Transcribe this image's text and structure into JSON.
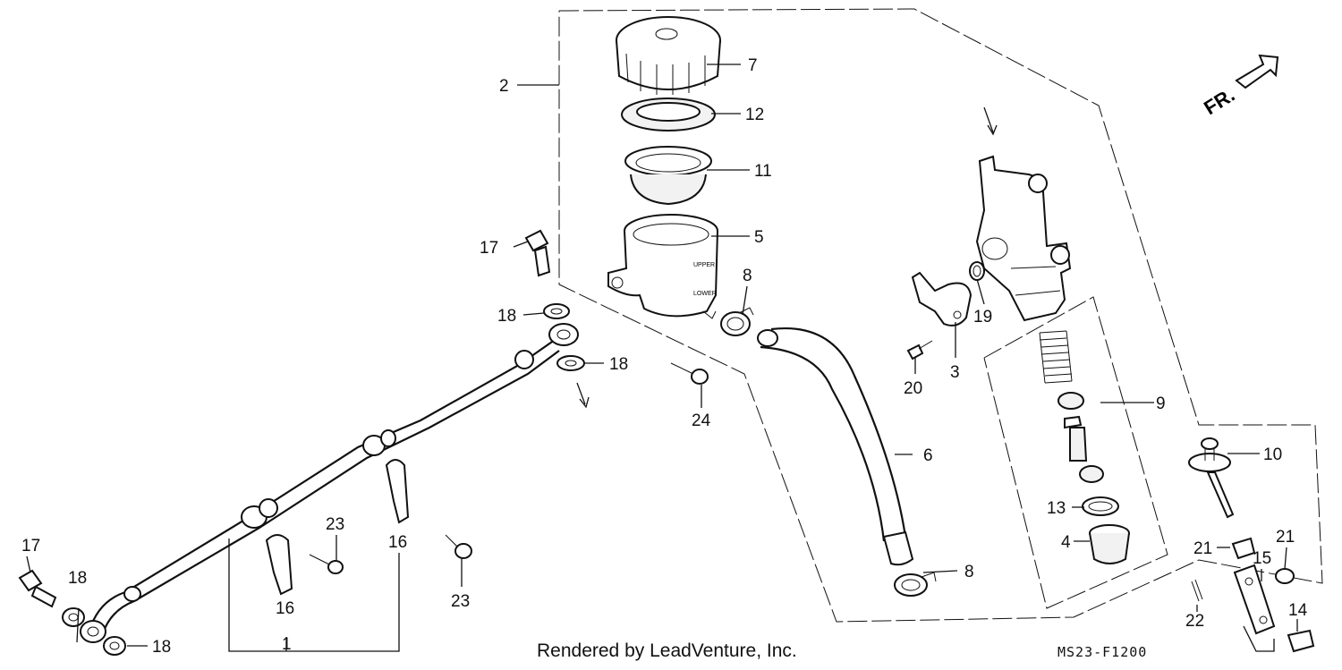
{
  "diagram": {
    "callouts": {
      "c1": "1",
      "c2": "2",
      "c3": "3",
      "c4": "4",
      "c5": "5",
      "c6": "6",
      "c7": "7",
      "c8a": "8",
      "c8b": "8",
      "c9": "9",
      "c10": "10",
      "c11": "11",
      "c12": "12",
      "c13": "13",
      "c14": "14",
      "c15": "15",
      "c16a": "16",
      "c16b": "16",
      "c17a": "17",
      "c17b": "17",
      "c18a": "18",
      "c18b": "18",
      "c18c": "18",
      "c18d": "18",
      "c19": "19",
      "c20": "20",
      "c21a": "21",
      "c21b": "21",
      "c22": "22",
      "c23a": "23",
      "c23b": "23",
      "c24": "24"
    },
    "front_label": "FR.",
    "reservoir_text_upper": "UPPER",
    "reservoir_text_lower": "LOWER",
    "footer_credit": "Rendered by LeadVenture, Inc.",
    "diagram_code": "MS23-F1200"
  }
}
